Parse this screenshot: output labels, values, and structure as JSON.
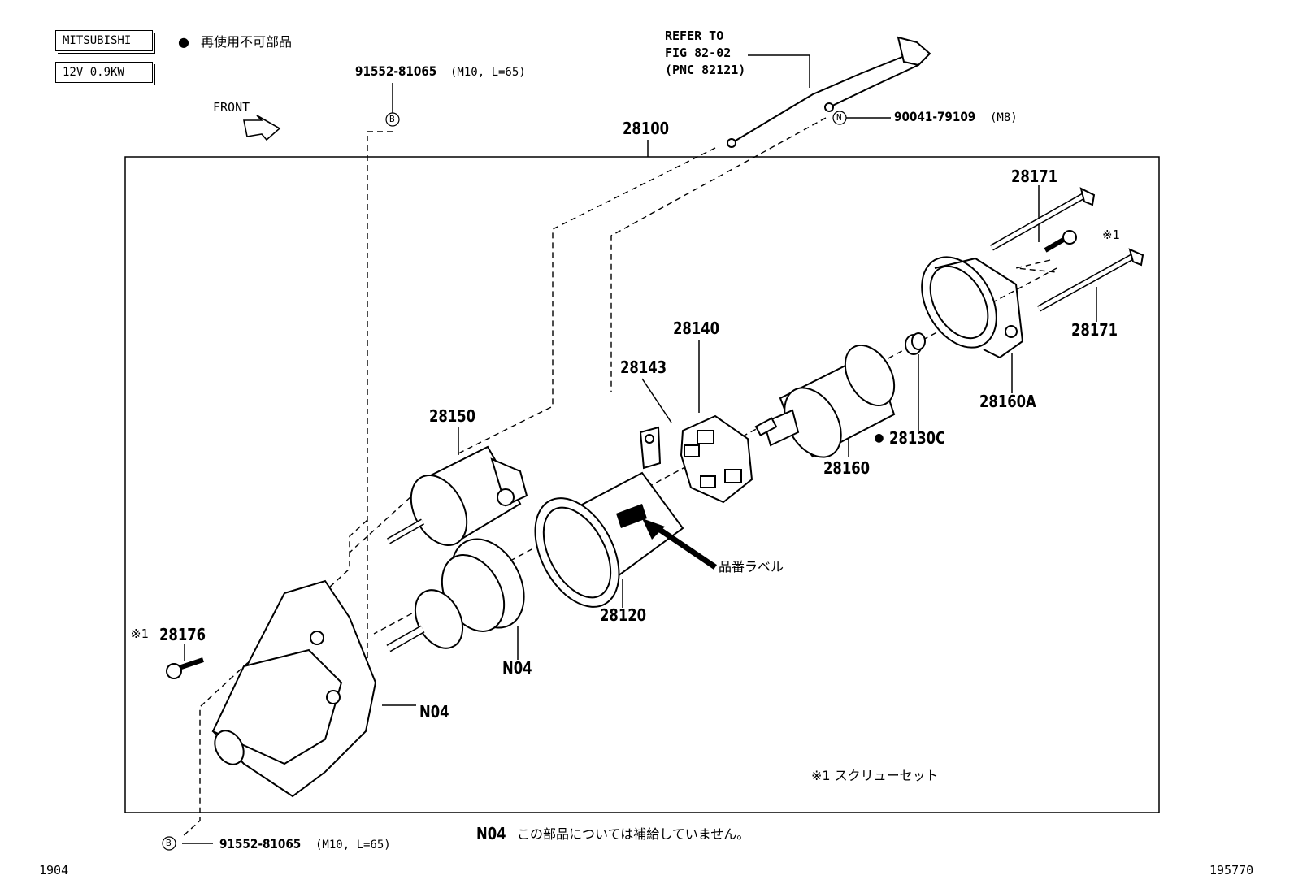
{
  "header": {
    "maker_tag": "MITSUBISHI",
    "rating_tag": "12V 0.9KW",
    "legend_bullet": "●",
    "legend_text": "再使用不可部品",
    "front_label": "FRONT"
  },
  "callouts": {
    "bolt_top": "91552-81065",
    "bolt_top_spec": "(M10, L=65)",
    "bolt_bottom": "91552-81065",
    "bolt_bottom_spec": "(M10, L=65)",
    "marker_b": "B",
    "marker_n": "N",
    "nut": "90041-79109",
    "nut_spec": "(M8)",
    "refer_line1": "REFER TO",
    "refer_line2": "FIG 82-02",
    "refer_line3": "(PNC 82121)",
    "assembly": "28100",
    "through_bolt_top": "28171",
    "through_bolt_right": "28171",
    "screw_note_mark": "※1",
    "end_frame": "28160A",
    "bearing_bullet": "●",
    "bearing": "28130C",
    "armature": "28160",
    "brush_holder": "28140",
    "brush": "28143",
    "solenoid": "28150",
    "yoke": "28120",
    "label_arrow_text": "品番ラベル",
    "clutch": "N04",
    "housing": "N04",
    "screw_mark": "※1",
    "screw": "28176",
    "screw_set_note": "※1  スクリューセット",
    "n04_note_code": "N04",
    "n04_note_text": "この部品については補給していません。"
  },
  "footer": {
    "left_code": "1904",
    "right_code": "195770"
  }
}
